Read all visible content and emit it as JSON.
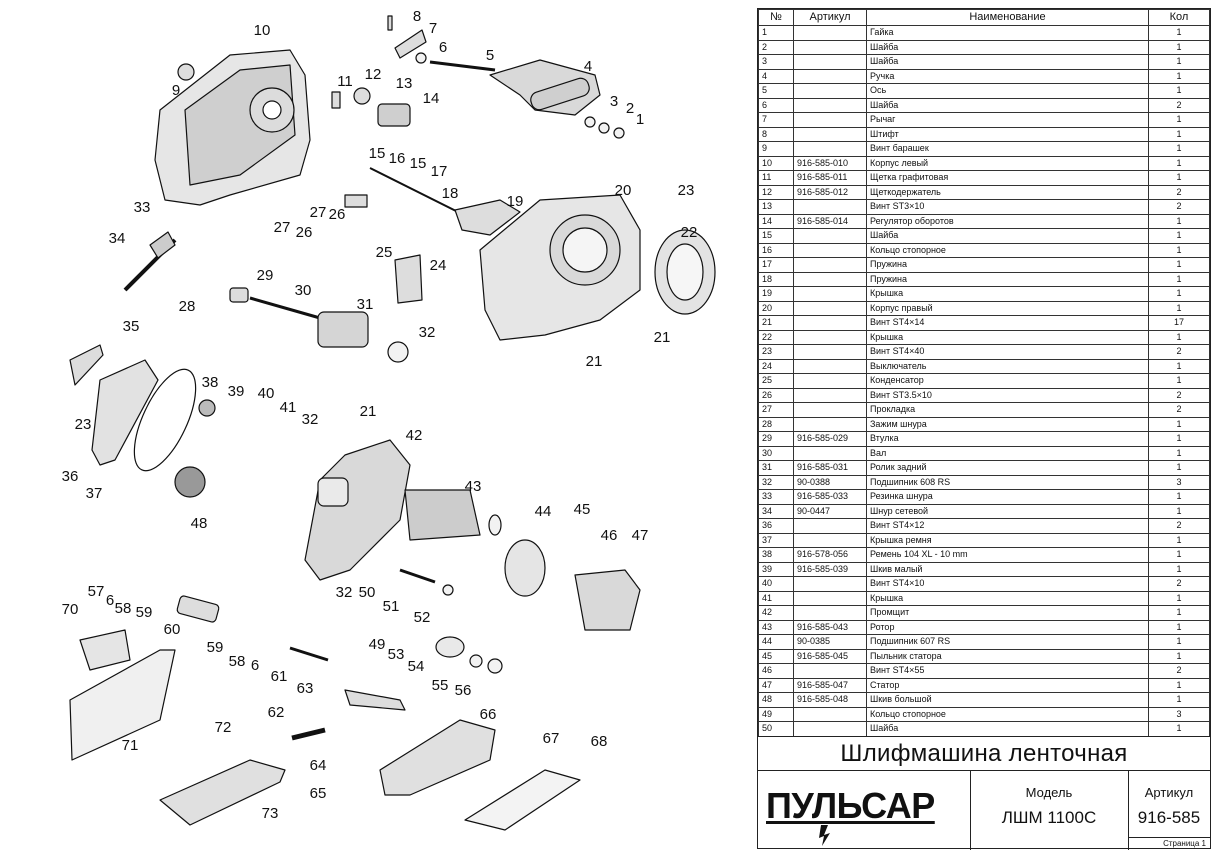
{
  "table": {
    "headers": {
      "num": "№",
      "article": "Артикул",
      "name": "Наименование",
      "qty": "Кол"
    },
    "rows": [
      {
        "num": "1",
        "article": "",
        "name": "Гайка",
        "qty": "1"
      },
      {
        "num": "2",
        "article": "",
        "name": "Шайба",
        "qty": "1"
      },
      {
        "num": "3",
        "article": "",
        "name": "Шайба",
        "qty": "1"
      },
      {
        "num": "4",
        "article": "",
        "name": "Ручка",
        "qty": "1"
      },
      {
        "num": "5",
        "article": "",
        "name": "Ось",
        "qty": "1"
      },
      {
        "num": "6",
        "article": "",
        "name": "Шайба",
        "qty": "2"
      },
      {
        "num": "7",
        "article": "",
        "name": "Рычаг",
        "qty": "1"
      },
      {
        "num": "8",
        "article": "",
        "name": "Штифт",
        "qty": "1"
      },
      {
        "num": "9",
        "article": "",
        "name": "Винт барашек",
        "qty": "1"
      },
      {
        "num": "10",
        "article": "916-585-010",
        "name": "Корпус левый",
        "qty": "1"
      },
      {
        "num": "11",
        "article": "916-585-011",
        "name": "Щетка графитовая",
        "qty": "1"
      },
      {
        "num": "12",
        "article": "916-585-012",
        "name": "Щеткодержатель",
        "qty": "2"
      },
      {
        "num": "13",
        "article": "",
        "name": "Винт ST3×10",
        "qty": "2"
      },
      {
        "num": "14",
        "article": "916-585-014",
        "name": "Регулятор оборотов",
        "qty": "1"
      },
      {
        "num": "15",
        "article": "",
        "name": "Шайба",
        "qty": "1"
      },
      {
        "num": "16",
        "article": "",
        "name": "Кольцо стопорное",
        "qty": "1"
      },
      {
        "num": "17",
        "article": "",
        "name": "Пружина",
        "qty": "1"
      },
      {
        "num": "18",
        "article": "",
        "name": "Пружина",
        "qty": "1"
      },
      {
        "num": "19",
        "article": "",
        "name": "Крышка",
        "qty": "1"
      },
      {
        "num": "20",
        "article": "",
        "name": "Корпус правый",
        "qty": "1"
      },
      {
        "num": "21",
        "article": "",
        "name": "Винт ST4×14",
        "qty": "17"
      },
      {
        "num": "22",
        "article": "",
        "name": "Крышка",
        "qty": "1"
      },
      {
        "num": "23",
        "article": "",
        "name": "Винт ST4×40",
        "qty": "2"
      },
      {
        "num": "24",
        "article": "",
        "name": "Выключатель",
        "qty": "1"
      },
      {
        "num": "25",
        "article": "",
        "name": "Конденсатор",
        "qty": "1"
      },
      {
        "num": "26",
        "article": "",
        "name": "Винт ST3.5×10",
        "qty": "2"
      },
      {
        "num": "27",
        "article": "",
        "name": "Прокладка",
        "qty": "2"
      },
      {
        "num": "28",
        "article": "",
        "name": "Зажим шнура",
        "qty": "1"
      },
      {
        "num": "29",
        "article": "916-585-029",
        "name": "Втулка",
        "qty": "1"
      },
      {
        "num": "30",
        "article": "",
        "name": "Вал",
        "qty": "1"
      },
      {
        "num": "31",
        "article": "916-585-031",
        "name": "Ролик задний",
        "qty": "1"
      },
      {
        "num": "32",
        "article": "90-0388",
        "name": "Подшипник 608 RS",
        "qty": "3"
      },
      {
        "num": "33",
        "article": "916-585-033",
        "name": "Резинка шнура",
        "qty": "1"
      },
      {
        "num": "34",
        "article": "90-0447",
        "name": "Шнур сетевой",
        "qty": "1"
      },
      {
        "num": "36",
        "article": "",
        "name": "Винт ST4×12",
        "qty": "2"
      },
      {
        "num": "37",
        "article": "",
        "name": "Крышка ремня",
        "qty": "1"
      },
      {
        "num": "38",
        "article": "916-578-056",
        "name": "Ремень  104 XL - 10 mm",
        "qty": "1"
      },
      {
        "num": "39",
        "article": "916-585-039",
        "name": "Шкив малый",
        "qty": "1"
      },
      {
        "num": "40",
        "article": "",
        "name": "Винт ST4×10",
        "qty": "2"
      },
      {
        "num": "41",
        "article": "",
        "name": "Крышка",
        "qty": "1"
      },
      {
        "num": "42",
        "article": "",
        "name": "Промщит",
        "qty": "1"
      },
      {
        "num": "43",
        "article": "916-585-043",
        "name": "Ротор",
        "qty": "1"
      },
      {
        "num": "44",
        "article": "90-0385",
        "name": "Подшипник 607 RS",
        "qty": "1"
      },
      {
        "num": "45",
        "article": "916-585-045",
        "name": "Пыльник статора",
        "qty": "1"
      },
      {
        "num": "46",
        "article": "",
        "name": "Винт ST4×55",
        "qty": "2"
      },
      {
        "num": "47",
        "article": "916-585-047",
        "name": "Статор",
        "qty": "1"
      },
      {
        "num": "48",
        "article": "916-585-048",
        "name": "Шкив большой",
        "qty": "1"
      },
      {
        "num": "49",
        "article": "",
        "name": "Кольцо стопорное",
        "qty": "3"
      },
      {
        "num": "50",
        "article": "",
        "name": "Шайба",
        "qty": "1"
      }
    ]
  },
  "title_block": {
    "product_name": "Шлифмашина ленточная",
    "brand": "ПУЛЬСАР",
    "model_label": "Модель",
    "model_value": "ЛШМ 1100С",
    "article_label": "Артикул",
    "article_value": "916-585",
    "page_label": "Страница 1"
  },
  "diagram": {
    "callouts": [
      "1",
      "2",
      "3",
      "4",
      "5",
      "6",
      "7",
      "8",
      "9",
      "10",
      "11",
      "12",
      "13",
      "14",
      "15",
      "15",
      "16",
      "17",
      "18",
      "19",
      "20",
      "21",
      "21",
      "21",
      "22",
      "23",
      "23",
      "24",
      "25",
      "26",
      "26",
      "27",
      "27",
      "28",
      "29",
      "30",
      "31",
      "32",
      "32",
      "32",
      "33",
      "34",
      "35",
      "36",
      "37",
      "38",
      "39",
      "40",
      "41",
      "42",
      "43",
      "44",
      "45",
      "46",
      "47",
      "48",
      "49",
      "50",
      "51",
      "52",
      "53",
      "54",
      "55",
      "56",
      "57",
      "58",
      "58",
      "59",
      "59",
      "6",
      "6",
      "60",
      "61",
      "62",
      "63",
      "64",
      "65",
      "66",
      "67",
      "68",
      "70",
      "71",
      "72",
      "73"
    ]
  }
}
